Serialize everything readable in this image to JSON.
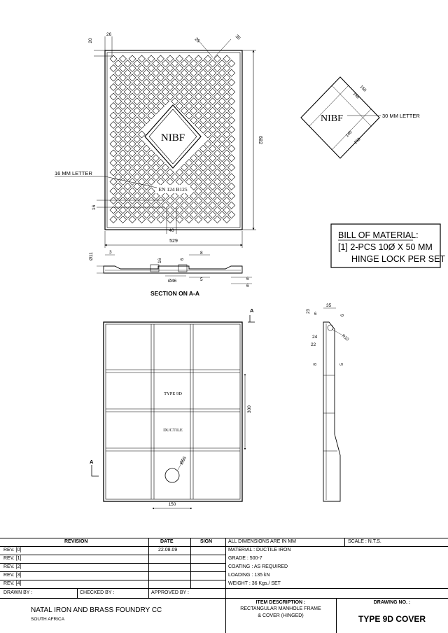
{
  "drawing": {
    "top_view": {
      "dim_width": "529",
      "dim_height": "682",
      "dim_20": "20",
      "dim_26": "26",
      "dim_25": "25",
      "dim_35": "35",
      "dim_16": "16",
      "dim_40": "40",
      "logo_text": "NIBF",
      "standard_text": "EN 124 B125",
      "letter_callout": "16 MM LETTER"
    },
    "detail_logo": {
      "text": "NIBF",
      "callout": "30 MM LETTER",
      "dims": [
        "150",
        "140",
        "140",
        "150"
      ]
    },
    "bill_of_material": {
      "title": "BILL OF MATERIAL:",
      "line1": "[1] 2-PCS 10Ø X 50 MM",
      "line2": "HINGE LOCK PER SET"
    },
    "section": {
      "title": "SECTION ON A-A",
      "dims": [
        "Ø11",
        "3",
        "16",
        "6",
        "8",
        "Ø46",
        "5",
        "6",
        "6"
      ]
    },
    "bottom_view": {
      "label_type": "TYPE 9D",
      "label_material": "DUCTILE",
      "dim_300": "300",
      "dim_150": "150",
      "dim_hole": "Ø56",
      "section_mark": "A"
    },
    "side_view": {
      "dims": [
        "35",
        "23",
        "6",
        "6",
        "24",
        "22",
        "R10",
        "8",
        "5"
      ]
    }
  },
  "title_block": {
    "revision_header": "REVISION",
    "date_header": "DATE",
    "sign_header": "SIGN",
    "revisions": [
      {
        "label": "REV. [0]",
        "date": "22.08.09"
      },
      {
        "label": "REV. [1]",
        "date": ""
      },
      {
        "label": "REV. [2]",
        "date": ""
      },
      {
        "label": "REV. [3]",
        "date": ""
      },
      {
        "label": "REV. [4]",
        "date": ""
      }
    ],
    "notes": [
      "ALL DIMENSIONS ARE IN MM",
      "MATERIAL : DUCTILE IRON",
      "GRADE : 500-7",
      "COATING : AS REQUIRED",
      "LOADING : 135 kN",
      "WEIGHT : 36 Kgs./ SET"
    ],
    "scale": "SCALE : N.T.S.",
    "drawn_by": "DRAWN BY :",
    "checked_by": "CHECKED BY :",
    "approved_by": "APPROVED BY :",
    "company": "NATAL IRON AND BRASS FOUNDRY CC",
    "country": "SOUTH AFRICA",
    "item_desc_header": "ITEM DESCRIPTION :",
    "item_desc_line1": "RECTANGULAR MANHOLE  FRAME",
    "item_desc_line2": "& COVER (HINGED)",
    "drawing_no_header": "DRAWING NO. :",
    "drawing_no": "TYPE 9D COVER"
  }
}
